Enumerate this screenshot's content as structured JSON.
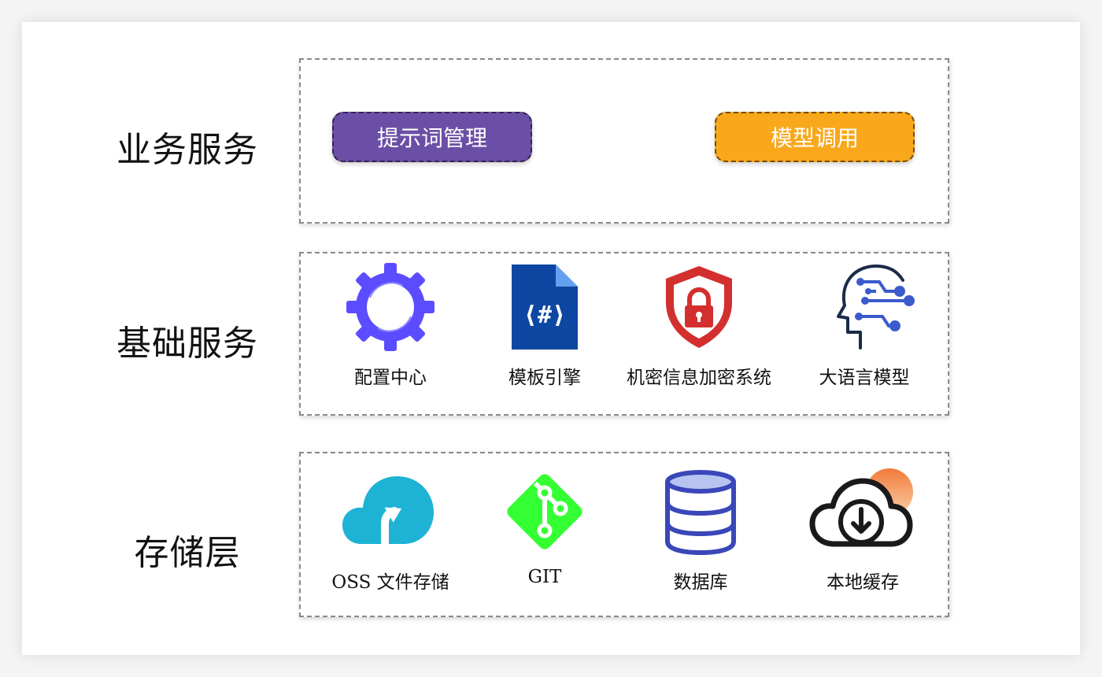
{
  "layers": {
    "business": {
      "label": "业务服务",
      "items": [
        {
          "label": "提示词管理",
          "color": "#6b4fa6"
        },
        {
          "label": "模型调用",
          "color": "#f9a81b"
        }
      ]
    },
    "foundation": {
      "label": "基础服务",
      "items": [
        {
          "label": "配置中心",
          "icon": "gear-ring-icon"
        },
        {
          "label": "模板引擎",
          "icon": "code-file-icon"
        },
        {
          "label": "机密信息加密系统",
          "icon": "shield-lock-icon"
        },
        {
          "label": "大语言模型",
          "icon": "ai-head-icon"
        }
      ]
    },
    "storage": {
      "label": "存储层",
      "items": [
        {
          "label": "OSS 文件存储",
          "icon": "cloud-upload-icon"
        },
        {
          "label": "GIT",
          "icon": "git-icon"
        },
        {
          "label": "数据库",
          "icon": "database-icon"
        },
        {
          "label": "本地缓存",
          "icon": "cloud-download-icon"
        }
      ]
    }
  },
  "colors": {
    "purple": "#6b4fa6",
    "orange": "#f9a81b",
    "gear": "#5b4dff",
    "doc": "#0d47a1",
    "shield": "#d32f2f",
    "ai_head": "#3b5bcc",
    "cloud_teal": "#1eb3d4",
    "git_green": "#33ff33",
    "db_blue": "#3a47b8"
  }
}
